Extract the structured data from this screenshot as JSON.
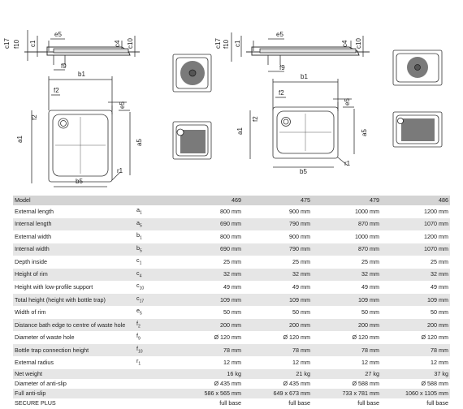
{
  "drawings": {
    "left": {
      "section_labels": [
        "c17",
        "f10",
        "c1",
        "e5",
        "c4",
        "c10",
        "f9"
      ],
      "plan_labels": [
        "b1",
        "f2",
        "f2",
        "a1",
        "e5",
        "a5",
        "b5",
        "r1"
      ]
    },
    "right": {
      "section_labels": [
        "c17",
        "f10",
        "c1",
        "e5",
        "c4",
        "c10",
        "f9"
      ],
      "plan_labels": [
        "b1",
        "f2",
        "f2",
        "a1",
        "e5",
        "a5",
        "b5",
        "r1"
      ]
    },
    "colors": {
      "line": "#333333",
      "anti_slip": "#7a7a7a",
      "waste_dark": "#555555"
    }
  },
  "spec": {
    "header": [
      "Model",
      "",
      "469",
      "475",
      "479",
      "486"
    ],
    "rows": [
      {
        "label": "External length",
        "sym": "a",
        "sub": "1",
        "v": [
          "800 mm",
          "900 mm",
          "1000 mm",
          "1200 mm"
        ]
      },
      {
        "label": "Internal length",
        "sym": "a",
        "sub": "5",
        "v": [
          "690 mm",
          "790 mm",
          "870 mm",
          "1070 mm"
        ]
      },
      {
        "label": "External width",
        "sym": "b",
        "sub": "1",
        "v": [
          "800 mm",
          "900 mm",
          "1000 mm",
          "1200 mm"
        ]
      },
      {
        "label": "Internal width",
        "sym": "b",
        "sub": "5",
        "v": [
          "690 mm",
          "790 mm",
          "870 mm",
          "1070 mm"
        ]
      },
      {
        "label": "Depth inside",
        "sym": "c",
        "sub": "1",
        "v": [
          "25 mm",
          "25 mm",
          "25 mm",
          "25 mm"
        ]
      },
      {
        "label": "Height of rim",
        "sym": "c",
        "sub": "4",
        "v": [
          "32 mm",
          "32 mm",
          "32 mm",
          "32 mm"
        ]
      },
      {
        "label": "Height with low-profile support",
        "sym": "c",
        "sub": "10",
        "v": [
          "49 mm",
          "49 mm",
          "49 mm",
          "49 mm"
        ]
      },
      {
        "label": "Total height (height with bottle trap)",
        "sym": "c",
        "sub": "17",
        "v": [
          "109 mm",
          "109 mm",
          "109 mm",
          "109 mm"
        ]
      },
      {
        "label": "Width of rim",
        "sym": "e",
        "sub": "5",
        "v": [
          "50 mm",
          "50 mm",
          "50 mm",
          "50 mm"
        ]
      },
      {
        "label": "Distance bath edge to centre of waste hole",
        "sym": "f",
        "sub": "2",
        "v": [
          "200 mm",
          "200 mm",
          "200 mm",
          "200 mm"
        ]
      },
      {
        "label": "Diameter of waste hole",
        "sym": "f",
        "sub": "9",
        "v": [
          "Ø 120 mm",
          "Ø 120 mm",
          "Ø 120 mm",
          "Ø 120 mm"
        ]
      },
      {
        "label": "Bottle trap connection height",
        "sym": "f",
        "sub": "10",
        "v": [
          "78 mm",
          "78 mm",
          "78 mm",
          "78 mm"
        ]
      },
      {
        "label": "External radius",
        "sym": "r",
        "sub": "1",
        "v": [
          "12 mm",
          "12 mm",
          "12 mm",
          "12 mm"
        ]
      },
      {
        "label": "Net weight",
        "sym": "",
        "sub": "",
        "v": [
          "16 kg",
          "21 kg",
          "27 kg",
          "37 kg"
        ]
      },
      {
        "label": "Diameter of anti-slip",
        "sym": "",
        "sub": "",
        "v": [
          "Ø 435 mm",
          "Ø 435 mm",
          "Ø 588 mm",
          "Ø 588 mm"
        ]
      },
      {
        "label": "Full anti-slip",
        "sym": "",
        "sub": "",
        "v": [
          "586 x 565 mm",
          "649 x 673 mm",
          "733 x 781 mm",
          "1060 x 1105 mm"
        ]
      },
      {
        "label": "SECURE PLUS",
        "sym": "",
        "sub": "",
        "v": [
          "full base",
          "full base",
          "full base",
          "full base"
        ]
      }
    ]
  }
}
